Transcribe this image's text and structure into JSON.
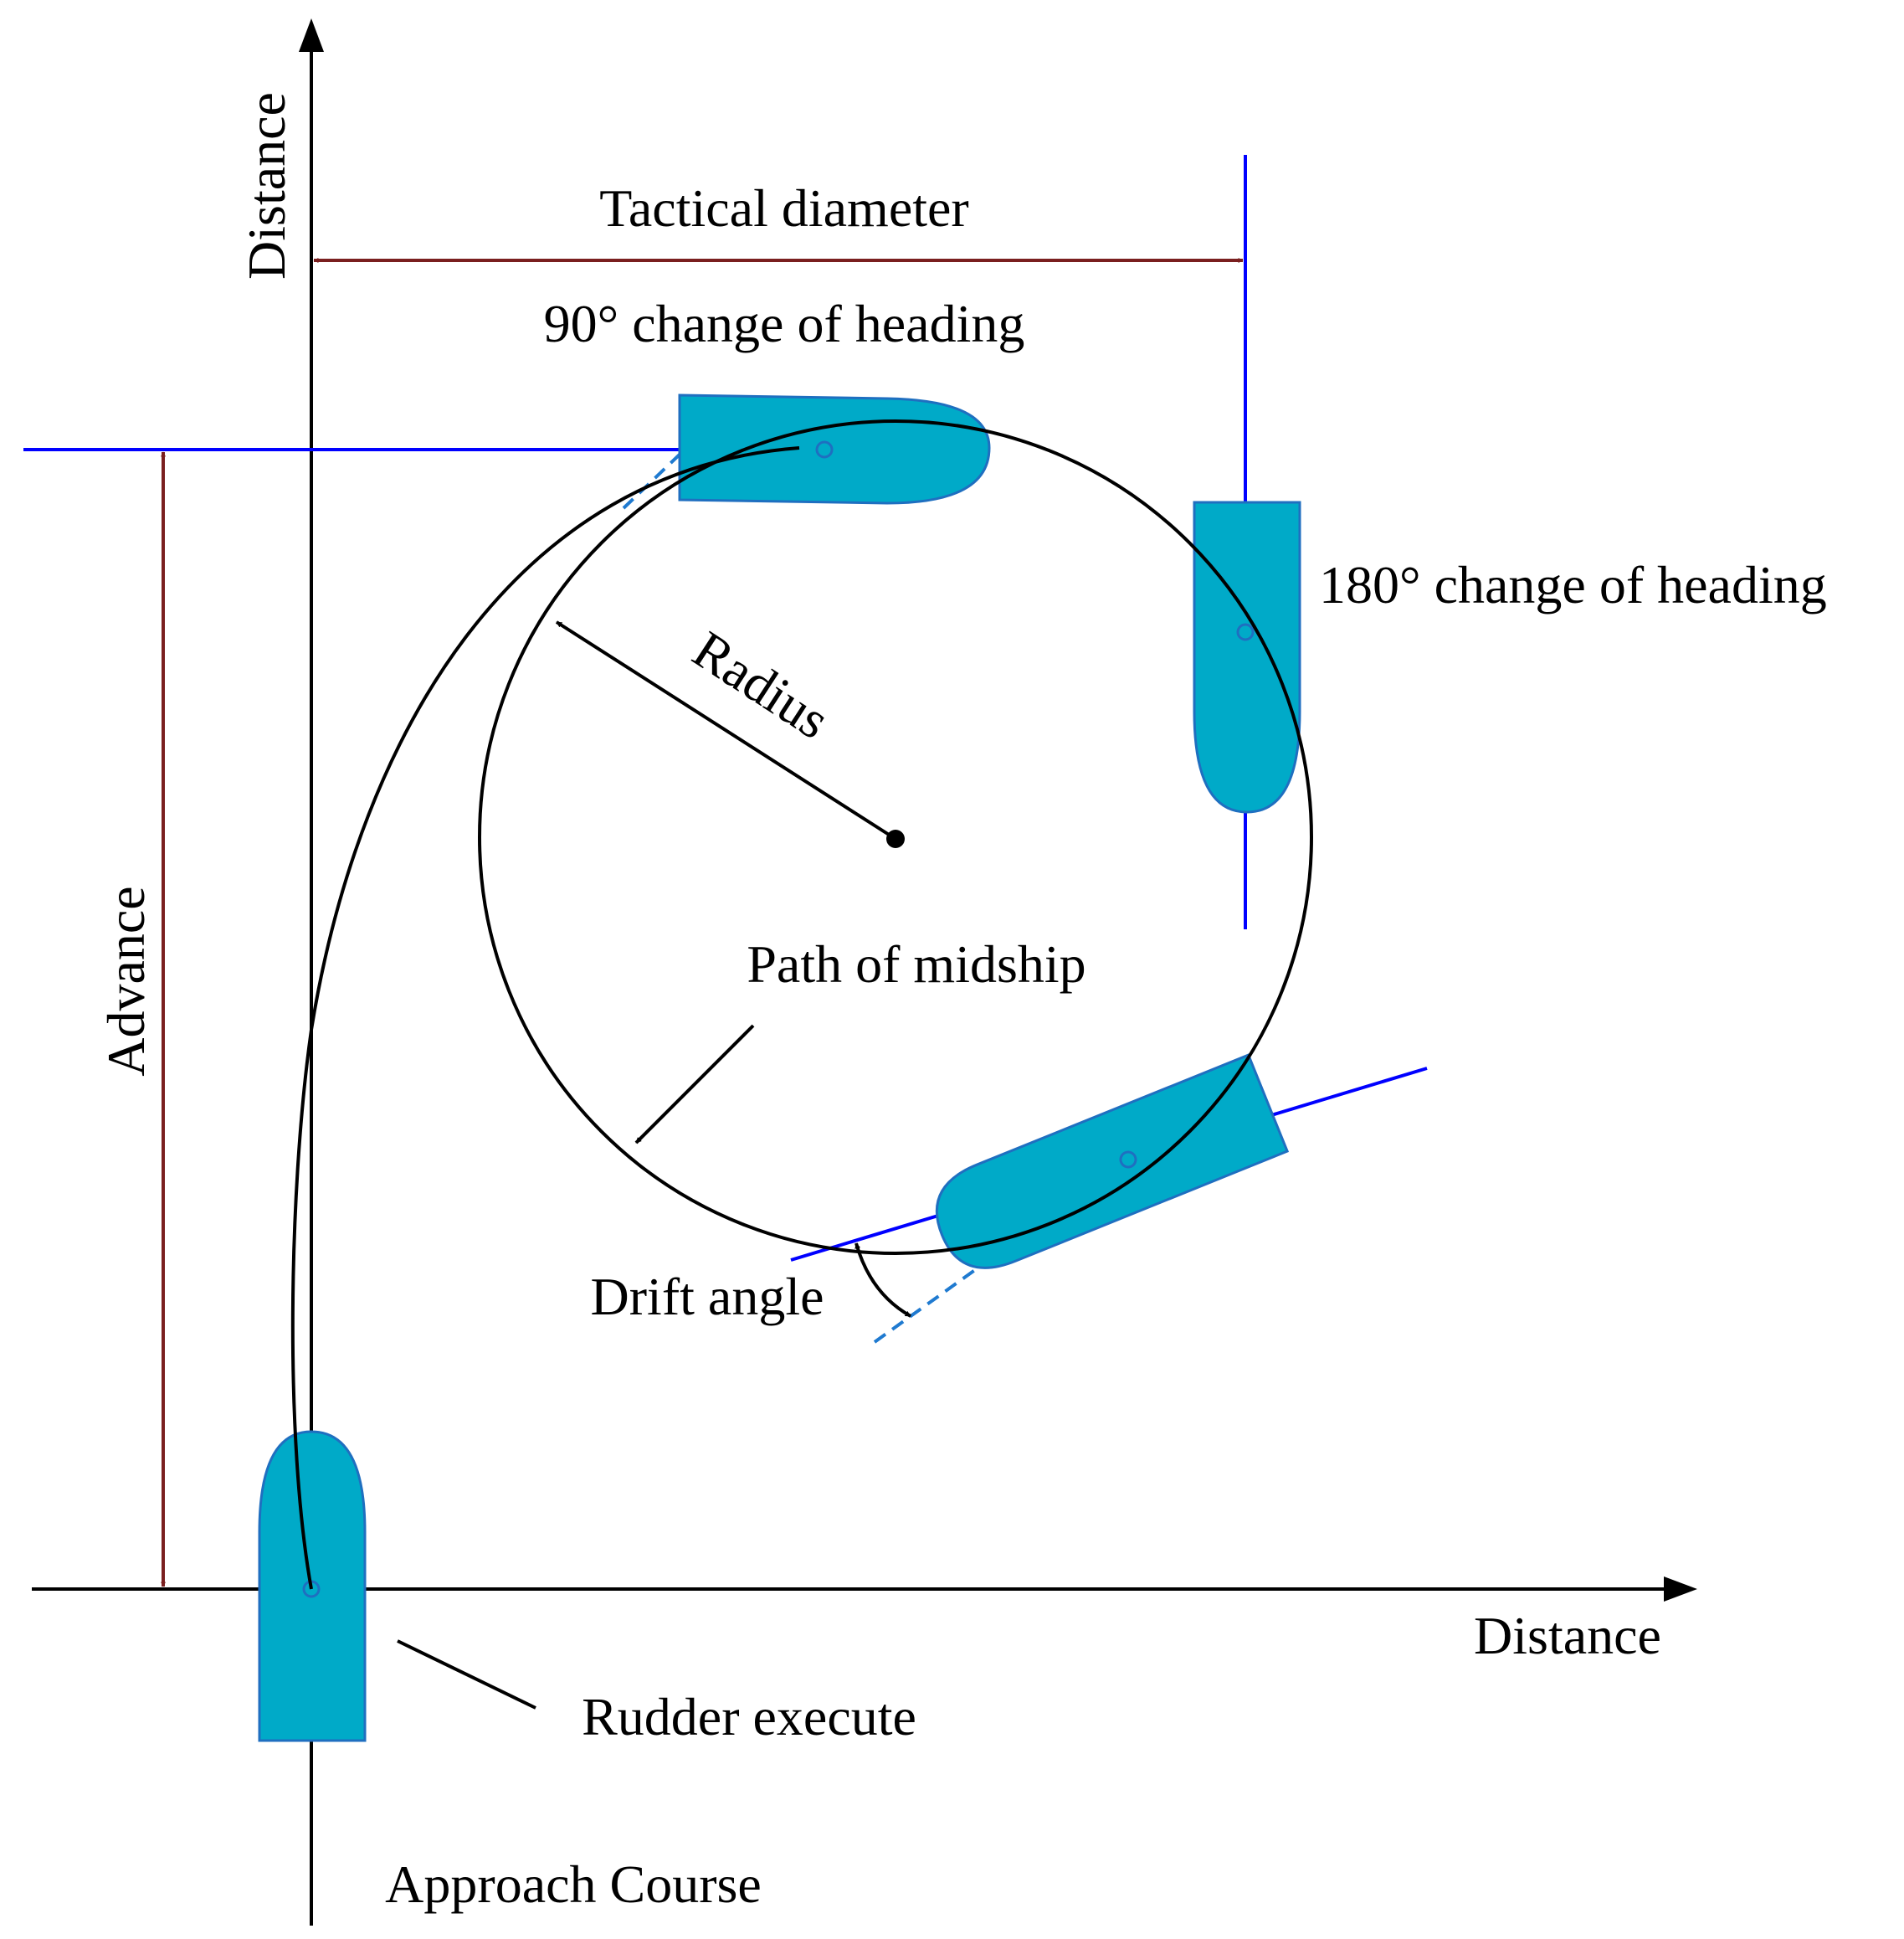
{
  "labels": {
    "y_axis": "Distance",
    "x_axis": "Distance",
    "tactical_diameter": "Tactical diameter",
    "heading_90": "90° change of heading",
    "heading_180": "180° change of heading",
    "radius": "Radius",
    "advance": "Advance",
    "path_of_midship": "Path of midship",
    "drift_angle": "Drift angle",
    "rudder_execute": "Rudder execute",
    "approach_course": "Approach Course"
  },
  "colors": {
    "ship_fill": "#00AAC8",
    "ship_stroke": "#1F6FC0",
    "reference_line": "#0000FF",
    "dimension_arrow": "#7A1F1F",
    "tangent_dashed": "#1F7AD0",
    "curve": "#000000"
  }
}
